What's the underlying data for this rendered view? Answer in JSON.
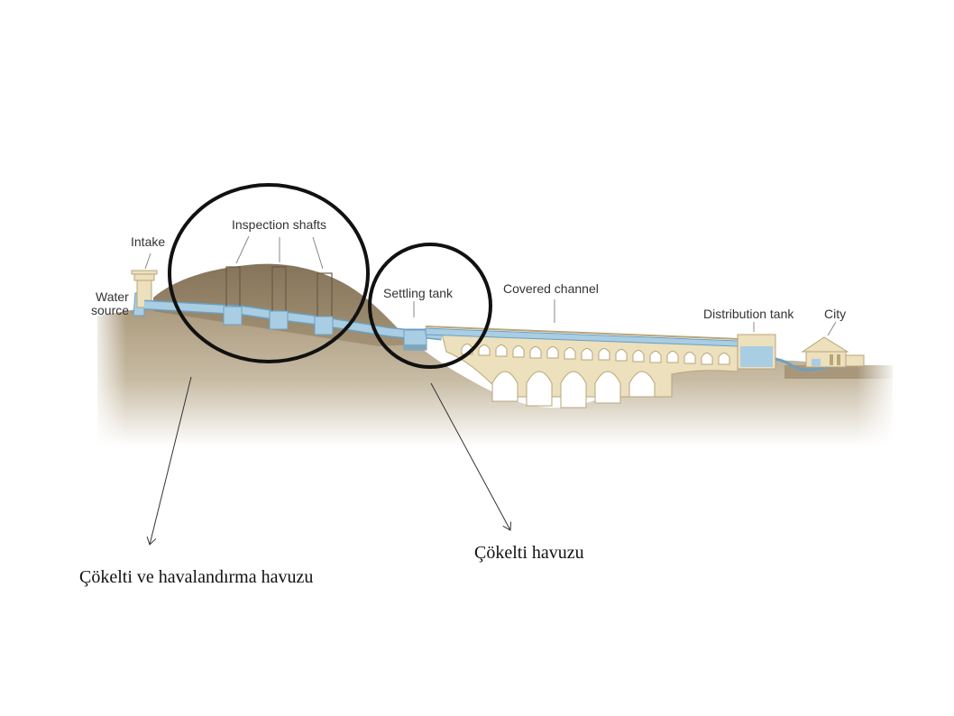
{
  "diagram": {
    "labels": {
      "intake": "Intake",
      "water_source_line1": "Water",
      "water_source_line2": "source",
      "inspection_shafts": "Inspection shafts",
      "settling_tank": "Settling tank",
      "covered_channel": "Covered channel",
      "distribution_tank": "Distribution tank",
      "city": "City"
    },
    "annotations": {
      "left_note": "Çökelti ve havalandırma havuzu",
      "right_note": "Çökelti havuzu"
    },
    "colors": {
      "ground": "#b5a68a",
      "hill": "#8b7a5f",
      "water": "#a9cde3",
      "water_edge": "#6e9fbf",
      "stone": "#ece0bd",
      "stone_edge": "#b8a57a",
      "circle": "#111111"
    }
  }
}
